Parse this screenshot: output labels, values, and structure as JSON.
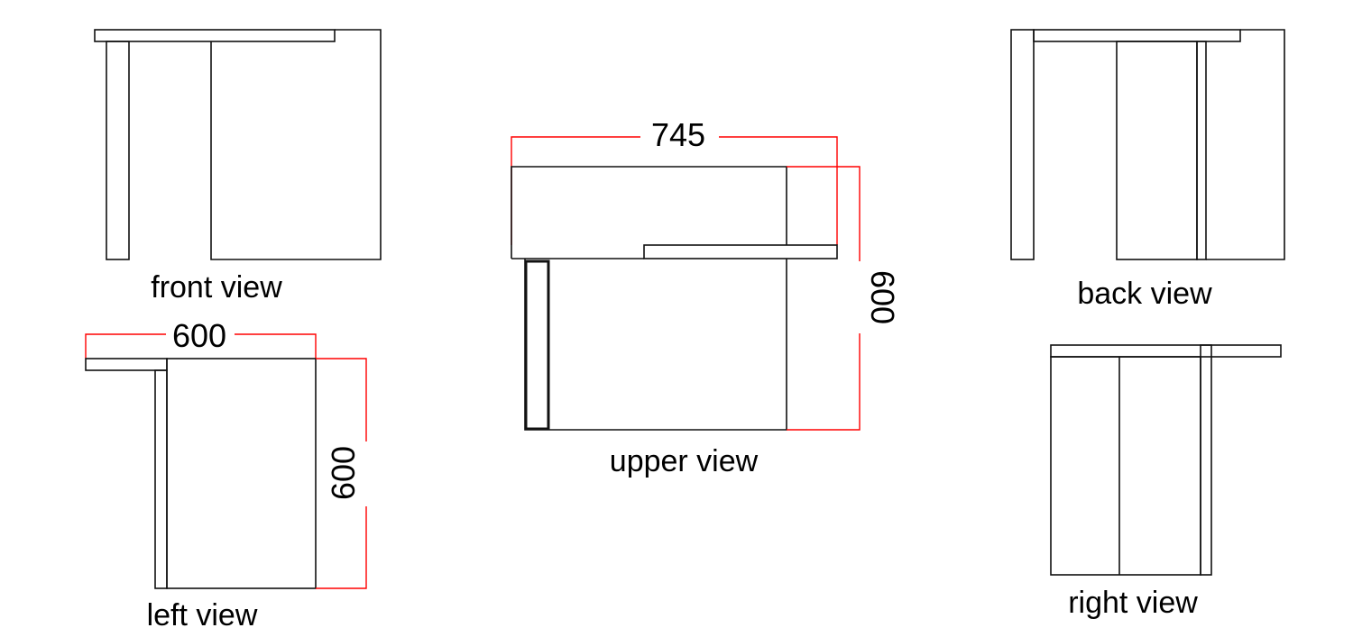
{
  "views": {
    "front": {
      "label": "front view"
    },
    "upper": {
      "label": "upper view",
      "width_dim": "745",
      "depth_dim": "600"
    },
    "back": {
      "label": "back view"
    },
    "left": {
      "label": "left view",
      "width_dim": "600",
      "height_dim": "600"
    },
    "right": {
      "label": "right view"
    }
  },
  "colors": {
    "outline": "#111111",
    "dimension": "#ff0000"
  }
}
